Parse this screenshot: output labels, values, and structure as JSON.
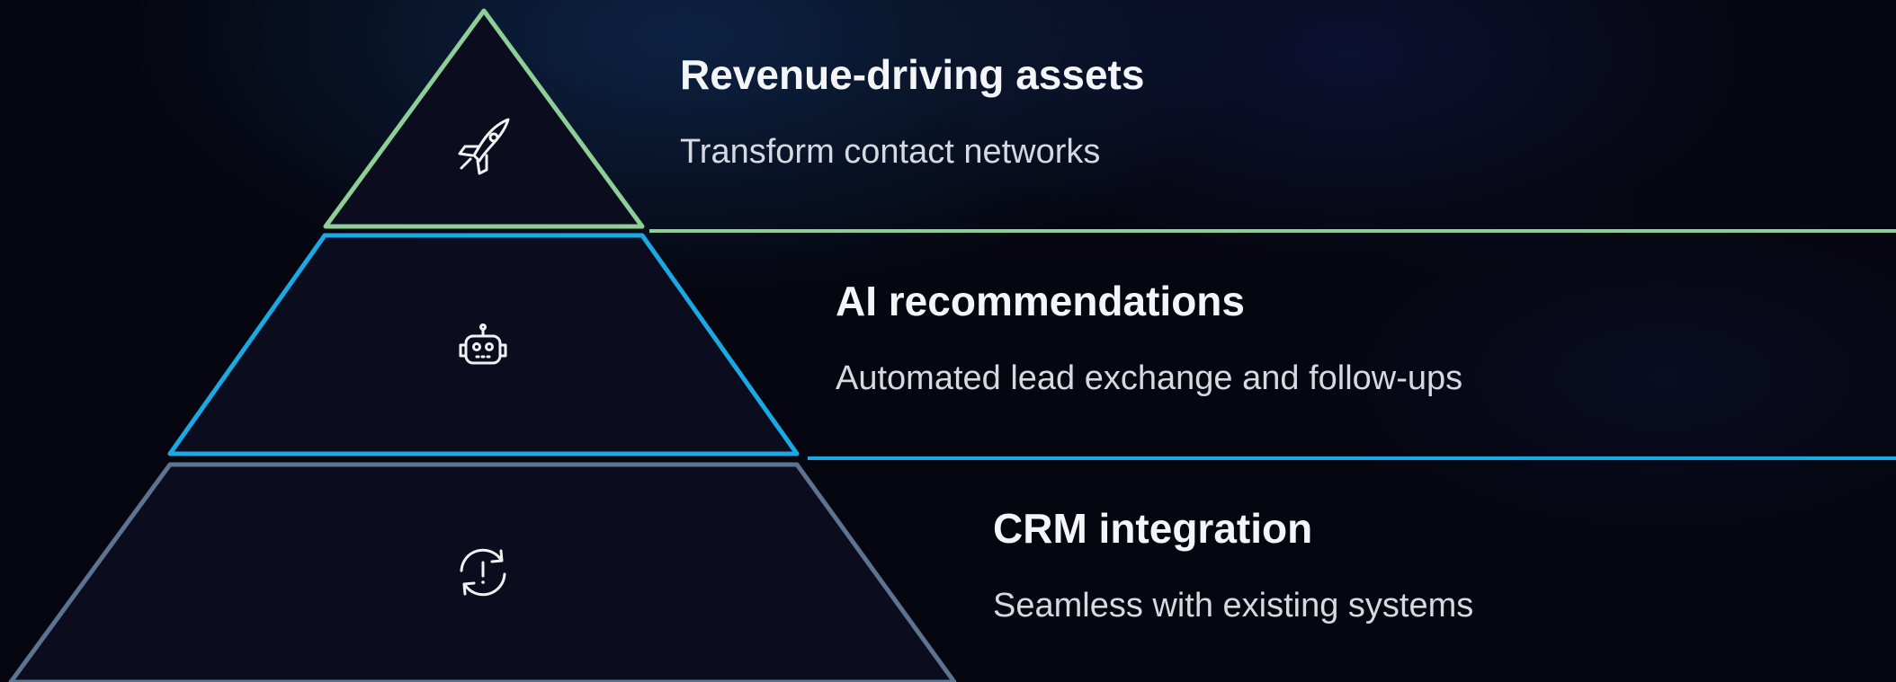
{
  "colors": {
    "background": "#05060f",
    "tier_fill": "#0b0c1e",
    "tier_1_stroke": "#8ecf98",
    "tier_2_stroke": "#1aa9e2",
    "tier_3_stroke": "#5c7391",
    "icon": "#f2f2f2"
  },
  "tiers": [
    {
      "title": "Revenue-driving assets",
      "description": "Transform contact networks",
      "icon": "rocket-icon"
    },
    {
      "title": "AI recommendations",
      "description": "Automated lead exchange and follow-ups",
      "icon": "robot-icon"
    },
    {
      "title": "CRM integration",
      "description": "Seamless with existing systems",
      "icon": "sync-alert-icon"
    }
  ]
}
